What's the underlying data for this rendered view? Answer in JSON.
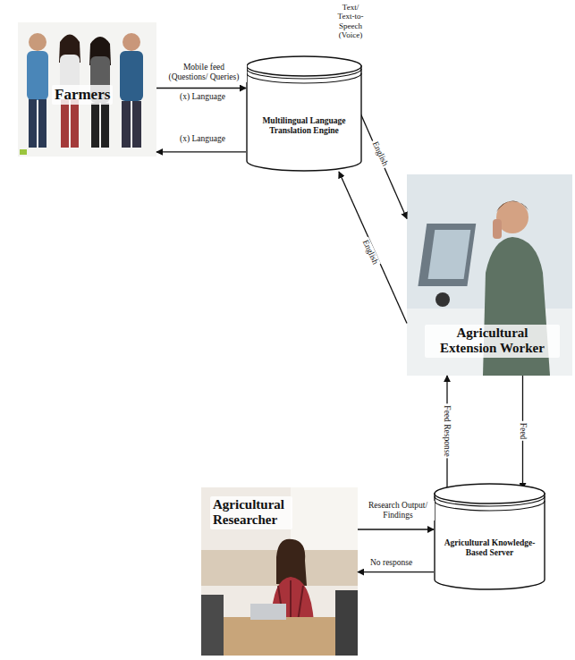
{
  "diagram": {
    "nodes": [
      {
        "text": [
          "Farmers"
        ]
      },
      {
        "text": [
          "Multilingual Language Translation Engine"
        ]
      },
      {
        "text": [
          "Agricultural Extension Worker"
        ]
      },
      {
        "text": [
          "Agricultural Knowledge-Based Server"
        ]
      },
      {
        "text": [
          "Agricultural Researcher"
        ]
      }
    ],
    "edges": [
      {
        "from": 0,
        "to": 1,
        "label": "Mobile feed (Questions/ Queries)",
        "arrow": "to"
      },
      {
        "from": 1,
        "to": 0,
        "label": "(x) Language",
        "arrow": "to"
      },
      {
        "from": 1,
        "to": 2,
        "label": "English",
        "arrow": "to"
      },
      {
        "from": 2,
        "to": 1,
        "label": "English",
        "arrow": "to"
      },
      {
        "from": 2,
        "to": 3,
        "label": "Feed",
        "arrow": "to"
      },
      {
        "from": 3,
        "to": 2,
        "label": "Feed Response",
        "arrow": "to"
      },
      {
        "from": 4,
        "to": 3,
        "label": "Research Output/ Findings",
        "arrow": "to"
      },
      {
        "from": 3,
        "to": 4,
        "label": "No response",
        "arrow": "to"
      }
    ],
    "labels": [
      "Text/ Text-to-Speech (Voice)",
      "(x) Language"
    ]
  }
}
